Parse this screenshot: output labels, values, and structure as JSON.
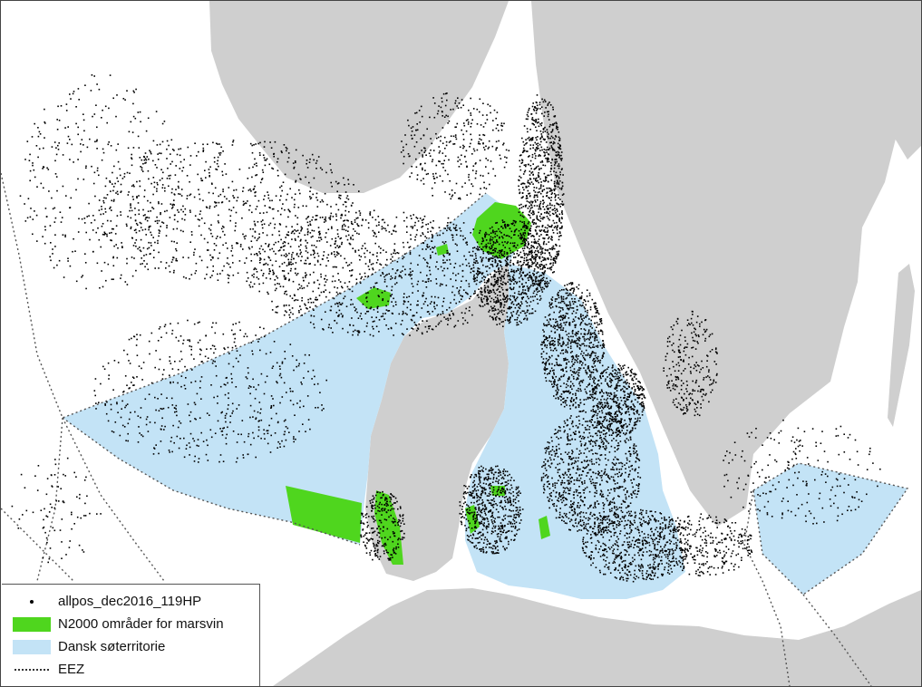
{
  "colors": {
    "land": "#cfcfcf",
    "sea": "#ffffff",
    "territory": "#c3e3f6",
    "n2000": "#4fd61e",
    "positions": "#000000",
    "eez": "#555555"
  },
  "legend": {
    "items": [
      {
        "symbol": "dot",
        "label": "allpos_dec2016_119HP"
      },
      {
        "symbol": "green-fill",
        "label": "N2000 områder for marsvin"
      },
      {
        "symbol": "blue-fill",
        "label": "Dansk søterritorie"
      },
      {
        "symbol": "dotted-line",
        "label": "EEZ"
      }
    ]
  }
}
